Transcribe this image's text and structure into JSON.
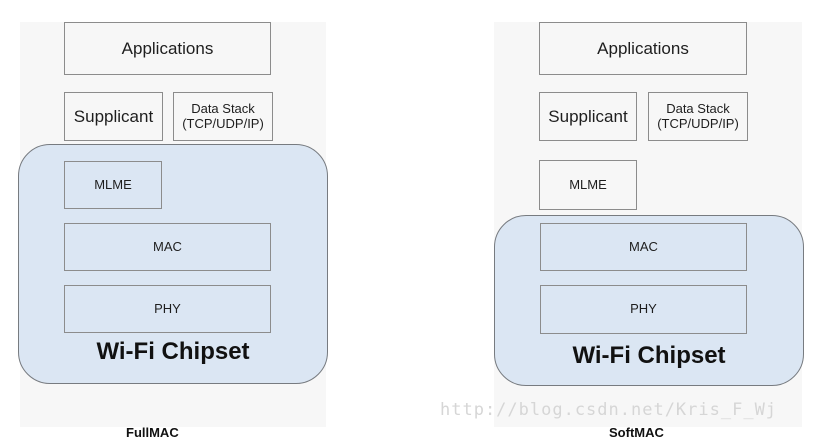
{
  "diagrams": [
    {
      "caption": "FullMAC",
      "applications": "Applications",
      "supplicant": "Supplicant",
      "data_stack": [
        "Data Stack",
        "(TCP/UDP/IP)"
      ],
      "mlme": "MLME",
      "mac": "MAC",
      "phy": "PHY",
      "chipset": "Wi-Fi Chipset"
    },
    {
      "caption": "SoftMAC",
      "applications": "Applications",
      "supplicant": "Supplicant",
      "data_stack": [
        "Data Stack",
        "(TCP/UDP/IP)"
      ],
      "mlme": "MLME",
      "mac": "MAC",
      "phy": "PHY",
      "chipset": "Wi-Fi Chipset"
    }
  ],
  "colors": {
    "chipset_fill": "#dbe6f3",
    "chipset_border": "#777b80",
    "panel_bg": "#f7f7f7",
    "box_border": "#8c8c8c"
  },
  "watermark": "http://blog.csdn.net/Kris_F_Wj"
}
